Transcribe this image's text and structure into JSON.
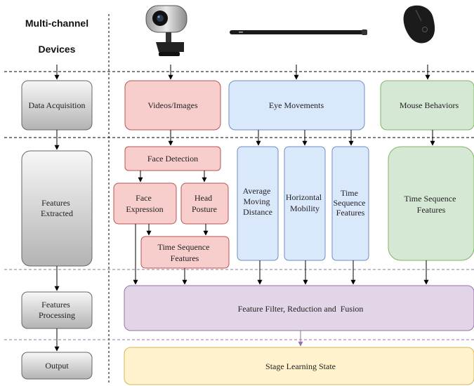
{
  "header": {
    "line1": "Multi-channel",
    "line2": "Devices"
  },
  "devices": {
    "webcam": "webcam-icon",
    "eye_tracker": "eye-tracker-icon",
    "mouse": "mouse-icon"
  },
  "stages": {
    "acquisition": "Data Acquisition",
    "features": [
      "Features",
      "Extracted"
    ],
    "processing": [
      "Features",
      "Processing"
    ],
    "output": "Output"
  },
  "sources": {
    "videos": "Videos/Images",
    "eye": "Eye Movements",
    "mouse": "Mouse Behaviors"
  },
  "features": {
    "face_detection": "Face Detection",
    "face_expression": [
      "Face",
      "Expression"
    ],
    "head_posture": [
      "Head",
      "Posture"
    ],
    "video_time_seq": [
      "Time Sequence",
      "Features"
    ],
    "avg_moving": [
      "Average",
      "Moving",
      "Distance"
    ],
    "horizontal": [
      "Horizontal",
      "Mobility"
    ],
    "eye_time_seq": [
      "Time",
      "Sequence",
      "Features"
    ],
    "mouse_time_seq": [
      "Time Sequence",
      "Features"
    ]
  },
  "processing": "Feature Filter, Reduction and  Fusion",
  "output": "Stage Learning State",
  "colors": {
    "red_fill": "#f8cecc",
    "red_stroke": "#b85450",
    "blue_fill": "#dae8fc",
    "blue_stroke": "#6c8ebf",
    "green_fill": "#d5e8d4",
    "green_stroke": "#82b366",
    "purple_fill": "#e1d5e7",
    "purple_stroke": "#9673a6",
    "yellow_fill": "#fff2cc",
    "yellow_stroke": "#d6b656",
    "gray_stroke": "#666666"
  }
}
